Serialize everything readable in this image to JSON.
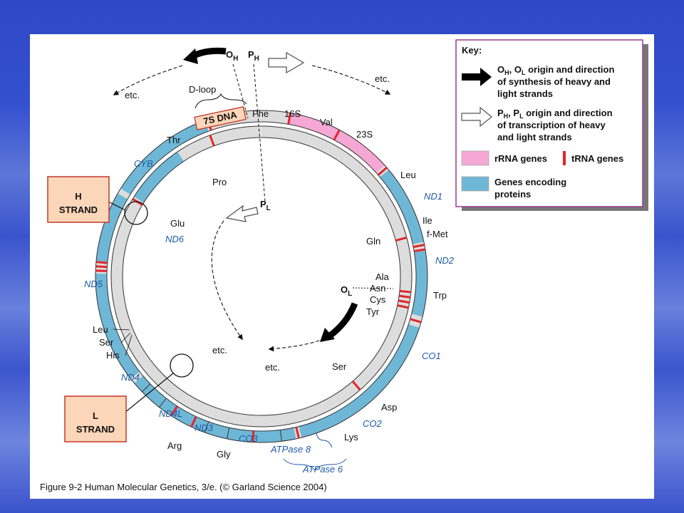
{
  "colors": {
    "protein": "#6fb7d6",
    "rrna": "#f5a8d4",
    "trna": "#e0262a",
    "noncoding": "#dddddd",
    "strand_box": "#fbd6b8",
    "gene_label": "#1e5aa8"
  },
  "origins": {
    "oh_base": "O",
    "oh_sub": "H",
    "ph_base": "P",
    "ph_sub": "H",
    "pl_base": "P",
    "pl_sub": "L",
    "ol_base": "O",
    "ol_sub": "L"
  },
  "dloop": {
    "label": "D-loop",
    "box": "7S DNA"
  },
  "etc": [
    "etc.",
    "etc.",
    "etc.",
    "etc."
  ],
  "strands": {
    "h": {
      "letter": "H",
      "word": "STRAND"
    },
    "l": {
      "letter": "L",
      "word": "STRAND"
    }
  },
  "genes": {
    "outer": {
      "phe": "Phe",
      "s16": "16S",
      "val": "Val",
      "s23": "23S",
      "leu1": "Leu",
      "nd1": "ND1",
      "ile": "Ile",
      "fmet": "f-Met",
      "nd2": "ND2",
      "trp": "Trp",
      "co1": "CO1",
      "asp": "Asp",
      "co2": "CO2",
      "lys": "Lys",
      "atp8": "ATPase 8",
      "atp6": "ATPase 6",
      "co3": "CO3",
      "gly": "Gly",
      "nd3": "ND3",
      "arg": "Arg",
      "nd4l": "ND4L",
      "nd4": "ND4",
      "his": "His",
      "ser2": "Ser",
      "leu2": "Leu",
      "nd5": "ND5",
      "cyb": "CYB",
      "thr": "Thr"
    },
    "inner": {
      "pro": "Pro",
      "glu": "Glu",
      "nd6": "ND6",
      "gln": "Gln",
      "ala": "Ala",
      "asn": "Asn",
      "cys": "Cys",
      "tyr": "Tyr",
      "ser1": "Ser"
    }
  },
  "key": {
    "title": "Key:",
    "filled_arrow_l1_pre": "O",
    "filled_arrow_l1_sub1": "H",
    "filled_arrow_l1_mid": ", O",
    "filled_arrow_l1_sub2": "L",
    "filled_arrow_l1_post": " origin and direction",
    "filled_arrow_l2": "of synthesis of heavy and",
    "filled_arrow_l3": "light strands",
    "open_arrow_l1_pre": "P",
    "open_arrow_l1_sub1": "H",
    "open_arrow_l1_mid": ", P",
    "open_arrow_l1_sub2": "L",
    "open_arrow_l1_post": " origin and direction",
    "open_arrow_l2": "of transcription of heavy",
    "open_arrow_l3": "and light strands",
    "rrna": "rRNA genes",
    "trna": "tRNA genes",
    "protein_l1": "Genes encoding",
    "protein_l2": "proteins"
  },
  "caption": "Figure 9-2  Human Molecular Genetics, 3/e.  (© Garland Science 2004)"
}
